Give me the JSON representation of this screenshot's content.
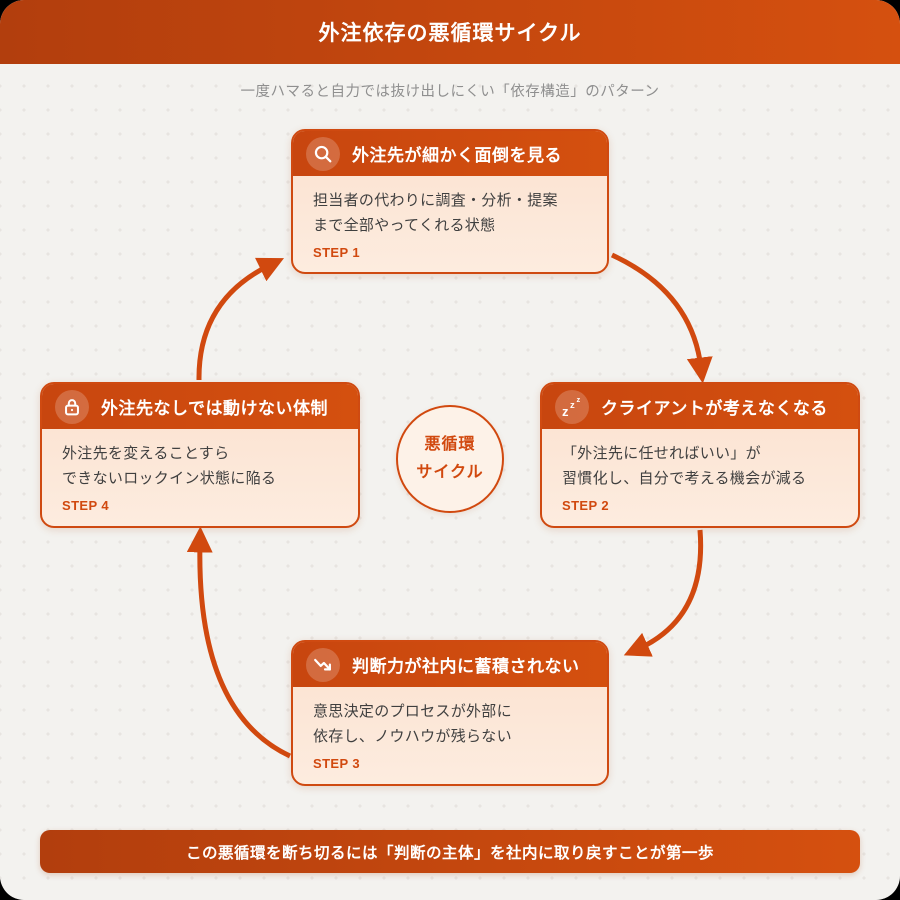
{
  "header": {
    "title": "外注依存の悪循環サイクル"
  },
  "subtitle": "一度ハマると自力では抜け出しにくい「依存構造」のパターン",
  "center": {
    "line1": "悪循環",
    "line2": "サイクル"
  },
  "cards": [
    {
      "icon": "search-icon",
      "title": "外注先が細かく面倒を見る",
      "line1": "担当者の代わりに調査・分析・提案",
      "line2": "まで全部やってくれる状態",
      "step": "STEP 1"
    },
    {
      "icon": "zzz-sleep-icon",
      "title": "クライアントが考えなくなる",
      "line1": "「外注先に任せればいい」が",
      "line2": "習慣化し、自分で考える機会が減る",
      "step": "STEP 2"
    },
    {
      "icon": "trending-down-icon",
      "title": "判断力が社内に蓄積されない",
      "line1": "意思決定のプロセスが外部に",
      "line2": "依存し、ノウハウが残らない",
      "step": "STEP 3"
    },
    {
      "icon": "lock-icon",
      "title": "外注先なしでは動けない体制",
      "line1": "外注先を変えることすら",
      "line2": "できないロックイン状態に陥る",
      "step": "STEP 4"
    }
  ],
  "footer": {
    "text": "この悪循環を断ち切るには「判断の主体」を社内に取り戻すことが第一歩"
  },
  "colors": {
    "primary": "#d1490f",
    "header_gradient_start": "#b23e0d",
    "header_gradient_end": "#d5500f",
    "card_header": "#cd4a11",
    "card_body_top": "#fbe1cf",
    "card_body_bottom": "#fdecdf",
    "page_background": "#f3f2ef",
    "dot_color": "#e7e4e0",
    "center_circle_background": "#fdf2e8",
    "body_text": "#3f3f3f",
    "subtitle_text": "#8f8f8f"
  }
}
